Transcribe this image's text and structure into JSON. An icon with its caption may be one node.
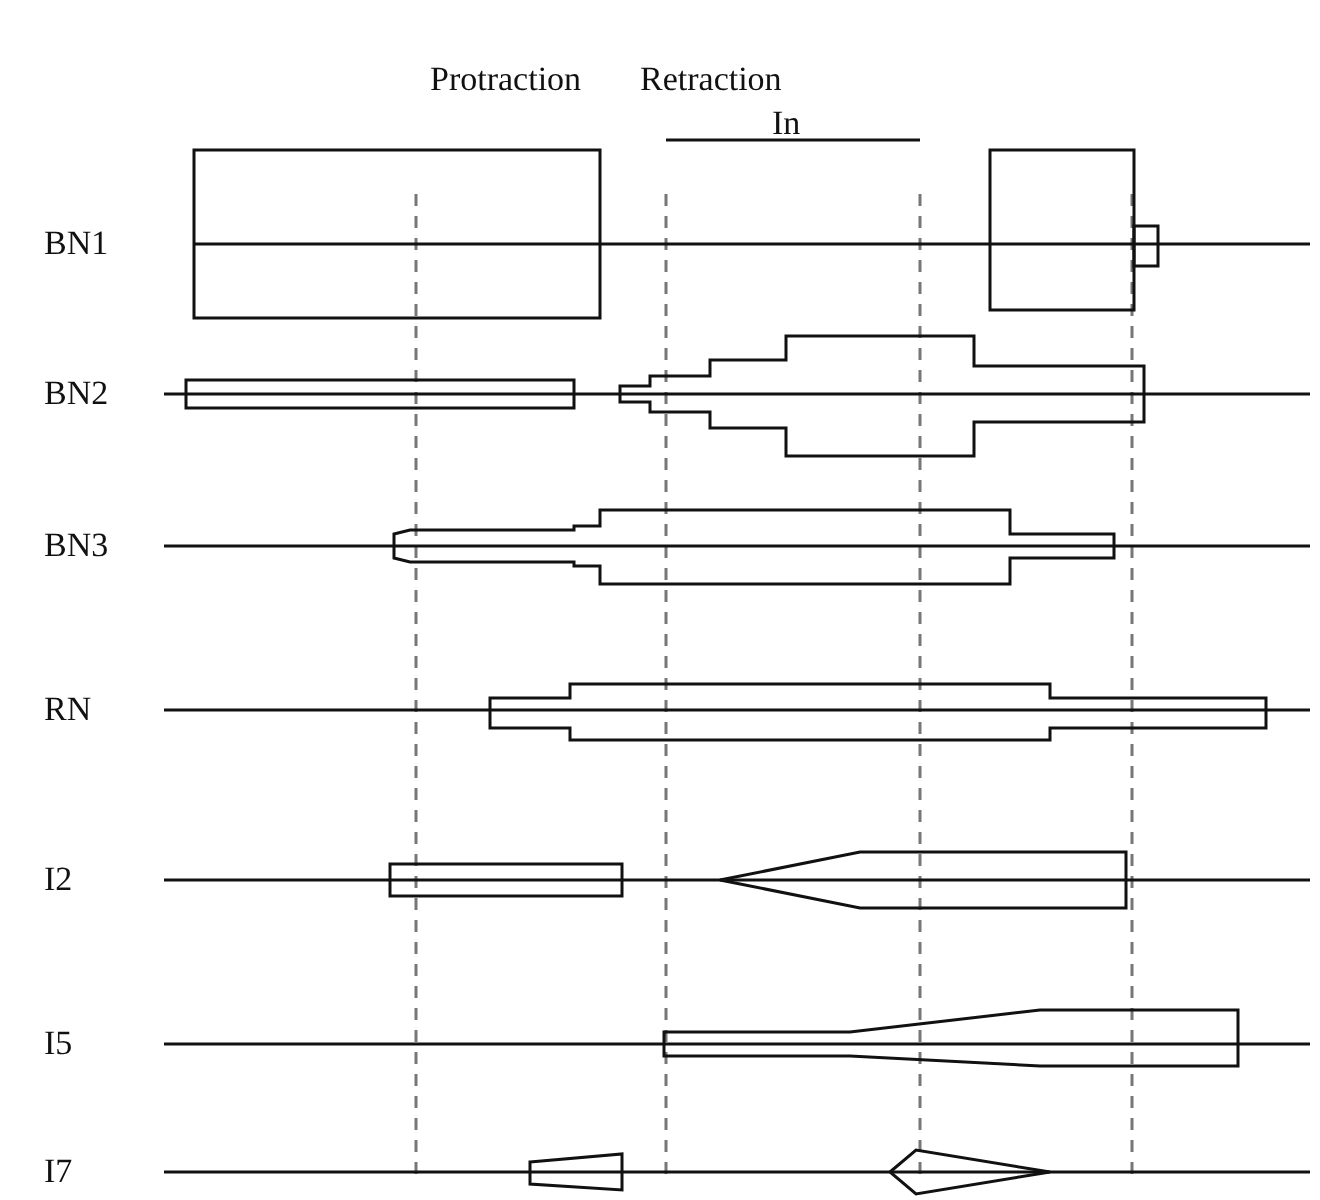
{
  "diagram": {
    "labels": [
      "Protraction",
      "Retraction",
      "In",
      "BN1",
      "BN2",
      "BN3",
      "RN",
      "I2",
      "I5",
      "I7"
    ]
  }
}
